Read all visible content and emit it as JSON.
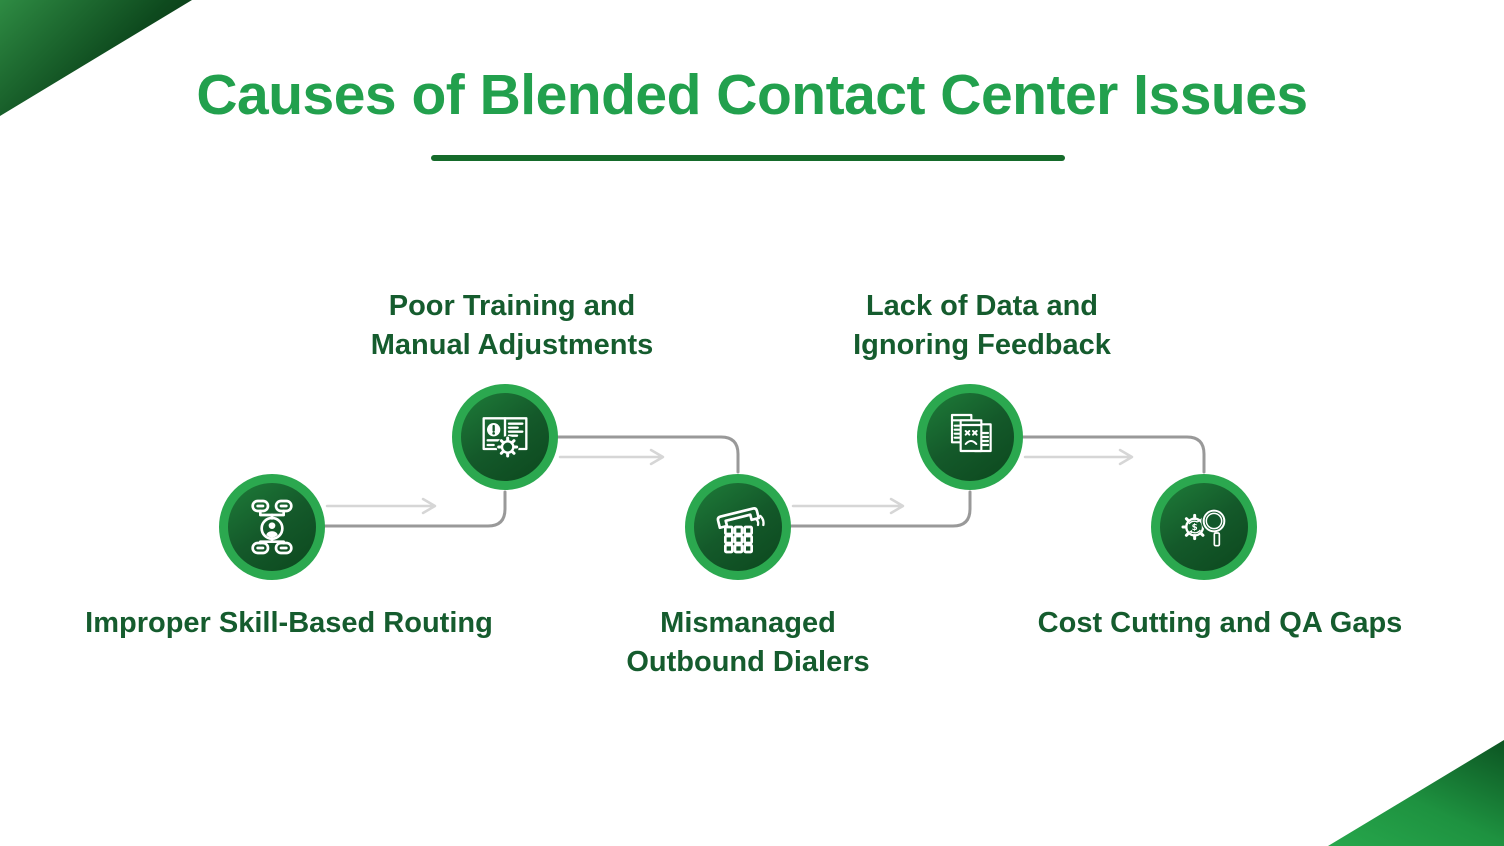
{
  "title": {
    "text": "Causes of Blended Contact Center Issues"
  },
  "icons": {
    "dollar_glyph": "$"
  },
  "colors": {
    "title_green": "#22A04D",
    "underline_green": "#156B2B",
    "label_green": "#155C2E",
    "ring_green": "#2BA84F",
    "node_inner_top": "#1E7C39",
    "node_inner_bottom": "#0C481E",
    "connector_dark": "#999999",
    "connector_light": "#D6D6D6",
    "corner_dark_green": "#04230C",
    "corner_bright_green": "#27A74C",
    "background": "#FFFFFF"
  },
  "steps": [
    {
      "id": "improper-skill-based-routing",
      "icon": "skill-routing-org-chart-icon",
      "label_position": "below",
      "lines": [
        "Improper Skill-Based Routing"
      ]
    },
    {
      "id": "poor-training-manual-adjustments",
      "icon": "document-alert-gear-icon",
      "label_position": "above",
      "lines": [
        "Poor Training and",
        "Manual Adjustments"
      ]
    },
    {
      "id": "mismanaged-outbound-dialers",
      "icon": "phone-dialer-keypad-icon",
      "label_position": "below",
      "lines": [
        "Mismanaged",
        "Outbound Dialers"
      ]
    },
    {
      "id": "lack-of-data-ignoring-feedback",
      "icon": "sad-documents-icon",
      "label_position": "above",
      "lines": [
        "Lack of Data and",
        "Ignoring Feedback"
      ]
    },
    {
      "id": "cost-cutting-qa-gaps",
      "icon": "gear-dollar-magnifier-icon",
      "label_position": "below",
      "lines": [
        "Cost Cutting and QA Gaps"
      ]
    }
  ]
}
